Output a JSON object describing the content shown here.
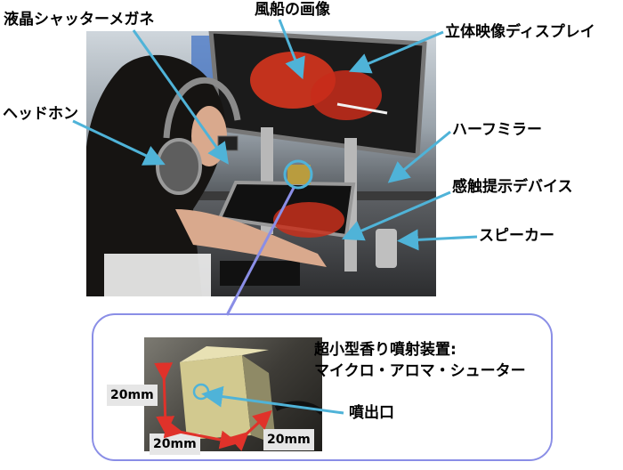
{
  "labels": {
    "shutter_glasses": "液晶シャッターメガネ",
    "balloon_image": "風船の画像",
    "stereo_display": "立体映像ディスプレイ",
    "headphones": "ヘッドホン",
    "half_mirror": "ハーフミラー",
    "haptic_device": "感触提示デバイス",
    "speaker": "スピーカー"
  },
  "callout": {
    "title_line1": "超小型香り噴射装置:",
    "title_line2": "マイクロ・アロマ・シューター",
    "nozzle": "噴出口",
    "dim_height": "20mm",
    "dim_width": "20mm",
    "dim_depth": "20mm"
  },
  "colors": {
    "arrow": "#4fb3d8",
    "callout_border": "#8a8ee6",
    "dimension_arrow": "#e0322a"
  }
}
